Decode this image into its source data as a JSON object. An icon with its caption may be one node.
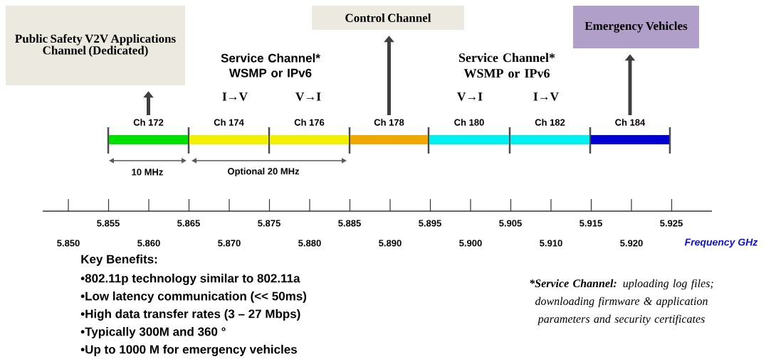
{
  "diagram": {
    "nodes": [
      {
        "text": [
          "Public Safety V2V Applications Channel (Dedicated)"
        ]
      },
      {
        "text": [
          "Control Channel"
        ]
      },
      {
        "text": [
          "Emergency Vehicles"
        ]
      },
      {
        "text": [
          "Ch 172"
        ]
      },
      {
        "text": [
          "Ch 174"
        ]
      },
      {
        "text": [
          "Ch 176"
        ]
      },
      {
        "text": [
          "Ch 178"
        ]
      },
      {
        "text": [
          "Ch 180"
        ]
      },
      {
        "text": [
          "Ch 182"
        ]
      },
      {
        "text": [
          "Ch 184"
        ]
      }
    ],
    "edges": [
      {
        "from": 3,
        "to": 0,
        "arrow": "to"
      },
      {
        "from": 6,
        "to": 1,
        "arrow": "to"
      },
      {
        "from": 9,
        "to": 2,
        "arrow": "to"
      }
    ],
    "labels": [
      "Service Channel* WSMP or IPv6",
      "Service Channel* WSMP or IPv6",
      "I→V",
      "V→I",
      "V→I",
      "I→V",
      "10 MHz",
      "Optional 20 MHz",
      "5.855",
      "5.865",
      "5.875",
      "5.885",
      "5.895",
      "5.905",
      "5.915",
      "5.925",
      "5.850",
      "5.860",
      "5.870",
      "5.880",
      "5.890",
      "5.900",
      "5.910",
      "5.920",
      "Frequency GHz",
      "Key Benefits:",
      "•802.11p technology similar to 802.11a",
      "•Low latency communication (<< 50ms)",
      "•High data transfer rates (3 – 27 Mbps)",
      "•Typically 300M and 360 °",
      "•Up to 1000 M for emergency vehicles",
      "*Service Channel:",
      "uploading log files; downloading firmware & application parameters and security certificates"
    ]
  }
}
